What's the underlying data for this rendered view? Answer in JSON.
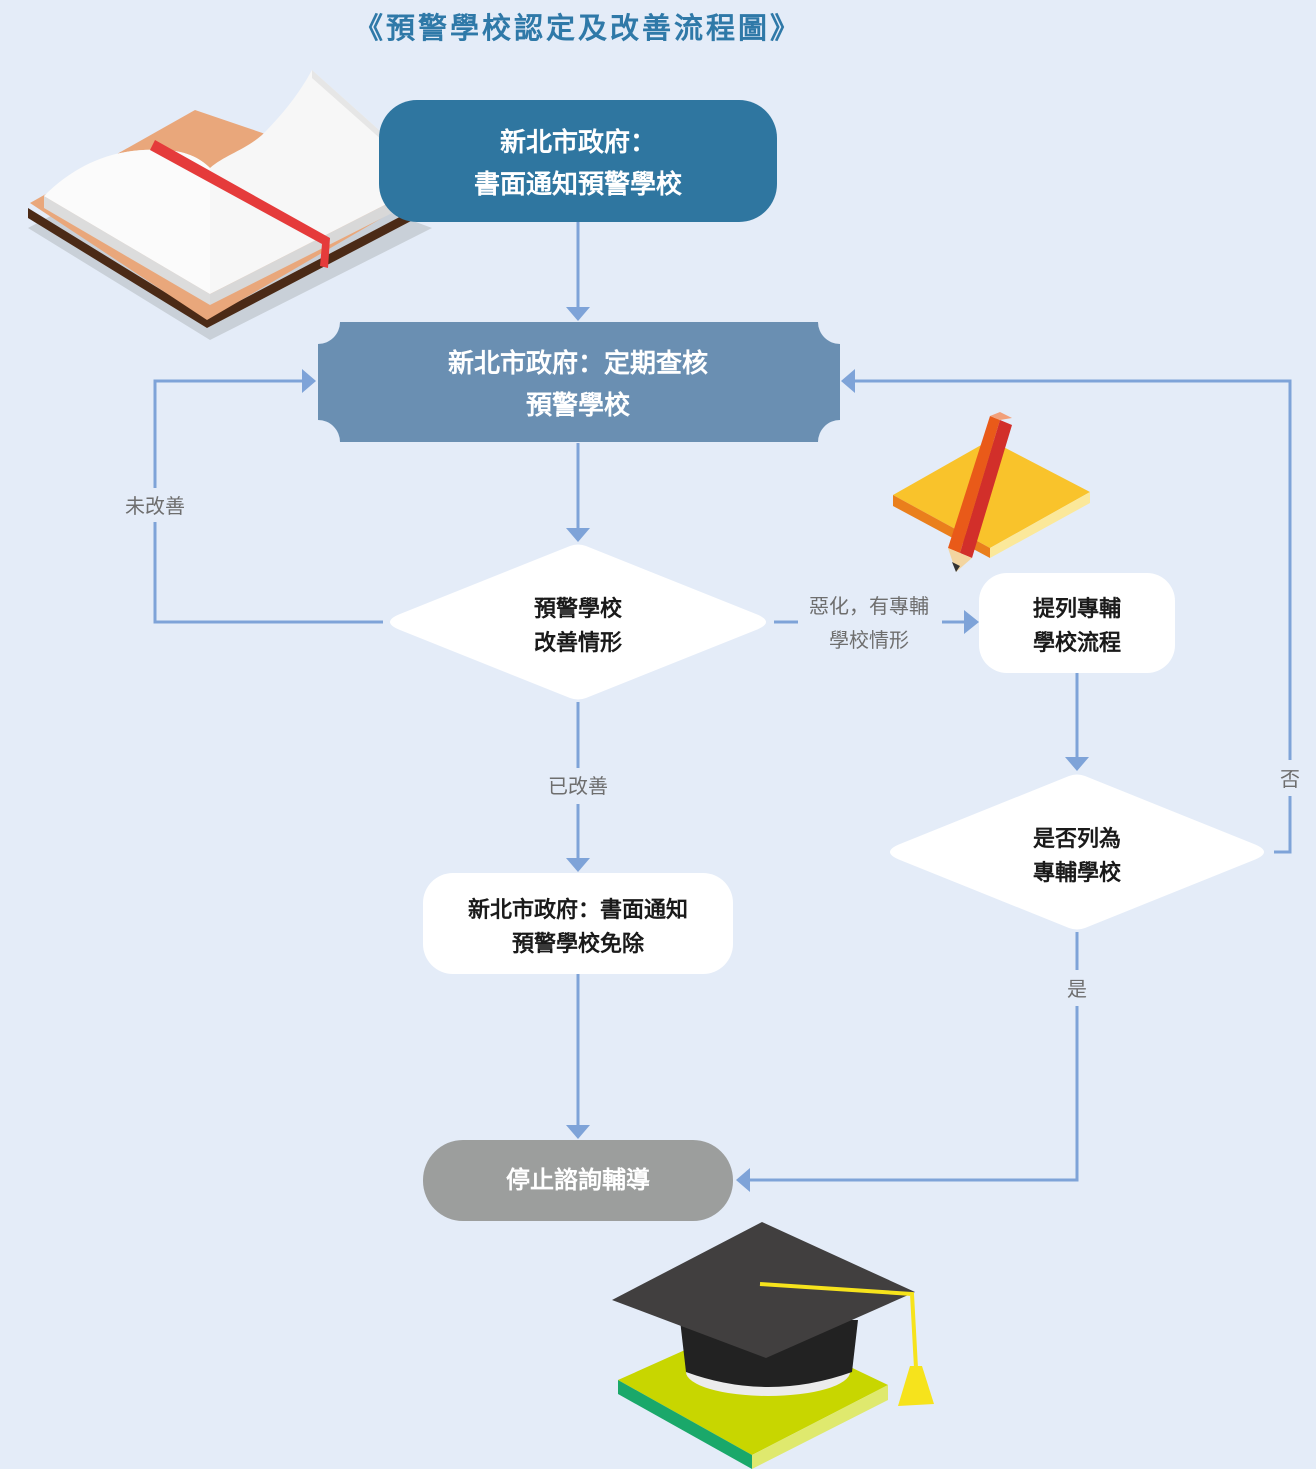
{
  "title": "《預警學校認定及改善流程圖》",
  "nodes": {
    "notify": {
      "line1": "新北市政府：",
      "line2": "書面通知預警學校"
    },
    "review": {
      "line1": "新北市政府：定期查核",
      "line2": "預警學校"
    },
    "decision": {
      "line1": "預警學校",
      "line2": "改善情形"
    },
    "special": {
      "line1": "提列專輔",
      "line2": "學校流程"
    },
    "is_special": {
      "line1": "是否列為",
      "line2": "專輔學校"
    },
    "exempt": {
      "line1": "新北市政府：書面通知",
      "line2": "預警學校免除"
    },
    "stop": {
      "line1": "停止諮詢輔導"
    }
  },
  "edge_labels": {
    "not_improved": "未改善",
    "worsened_line1": "惡化，有專輔",
    "worsened_line2": "學校情形",
    "improved": "已改善",
    "no": "否",
    "yes": "是"
  },
  "colors": {
    "background": "#e4ecf8",
    "title": "#2f79a8",
    "notify_fill": "#2f76a0",
    "review_fill": "#6a8fb2",
    "white_node": "#ffffff",
    "stop_fill": "#9c9e9d",
    "connector": "#7ea3d8"
  },
  "icons": [
    "open-book-icon",
    "notepad-pencil-icon",
    "graduation-cap-icon"
  ]
}
